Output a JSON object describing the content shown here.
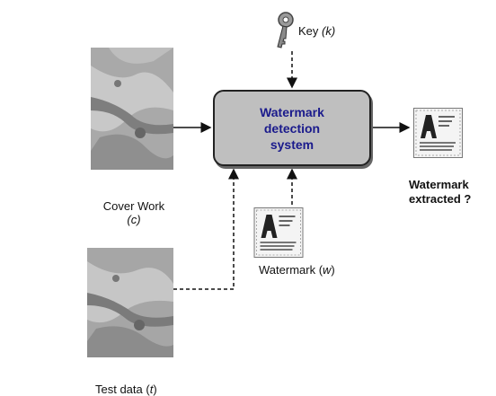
{
  "diagram": {
    "key_label_prefix": "Key ",
    "key_label_var": "(k)",
    "detector_label": "Watermark\ndetection\nsystem",
    "cover_label_line1": "Cover Work",
    "cover_label_line2": "(c)",
    "test_label_prefix": "Test data (",
    "test_label_var": "t",
    "test_label_suffix": ")",
    "watermark_label_prefix": "Watermark (",
    "watermark_label_var": "w",
    "watermark_label_suffix": ")",
    "output_label_line1": "Watermark",
    "output_label_line2": "extracted ?"
  },
  "colors": {
    "detector_fill": "#bfbfbf",
    "detector_text": "#1a1a8c"
  },
  "icons": [
    "key-icon",
    "cover-image",
    "test-image",
    "watermark-thumbnail",
    "extracted-watermark-thumbnail"
  ]
}
